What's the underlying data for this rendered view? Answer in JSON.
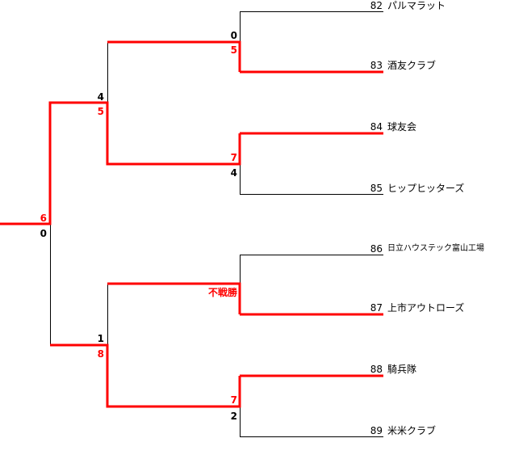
{
  "teams": [
    {
      "seed": "82",
      "name": "パルマラット"
    },
    {
      "seed": "83",
      "name": "酒友クラブ"
    },
    {
      "seed": "84",
      "name": "球友会"
    },
    {
      "seed": "85",
      "name": "ヒップヒッターズ"
    },
    {
      "seed": "86",
      "name": "日立ハウステック富山工場"
    },
    {
      "seed": "87",
      "name": "上市アウトローズ"
    },
    {
      "seed": "88",
      "name": "騎兵隊"
    },
    {
      "seed": "89",
      "name": "米米クラブ"
    }
  ],
  "scores": {
    "r1m1": [
      "0",
      "5"
    ],
    "r1m2": [
      "7",
      "4"
    ],
    "r1m3": "不戦勝",
    "r1m4": [
      "7",
      "2"
    ],
    "sf1": [
      "4",
      "5"
    ],
    "sf2": [
      "1",
      "8"
    ],
    "final": [
      "6",
      "0"
    ]
  },
  "colors": {
    "winner": "#ff0000",
    "line": "#000000"
  }
}
